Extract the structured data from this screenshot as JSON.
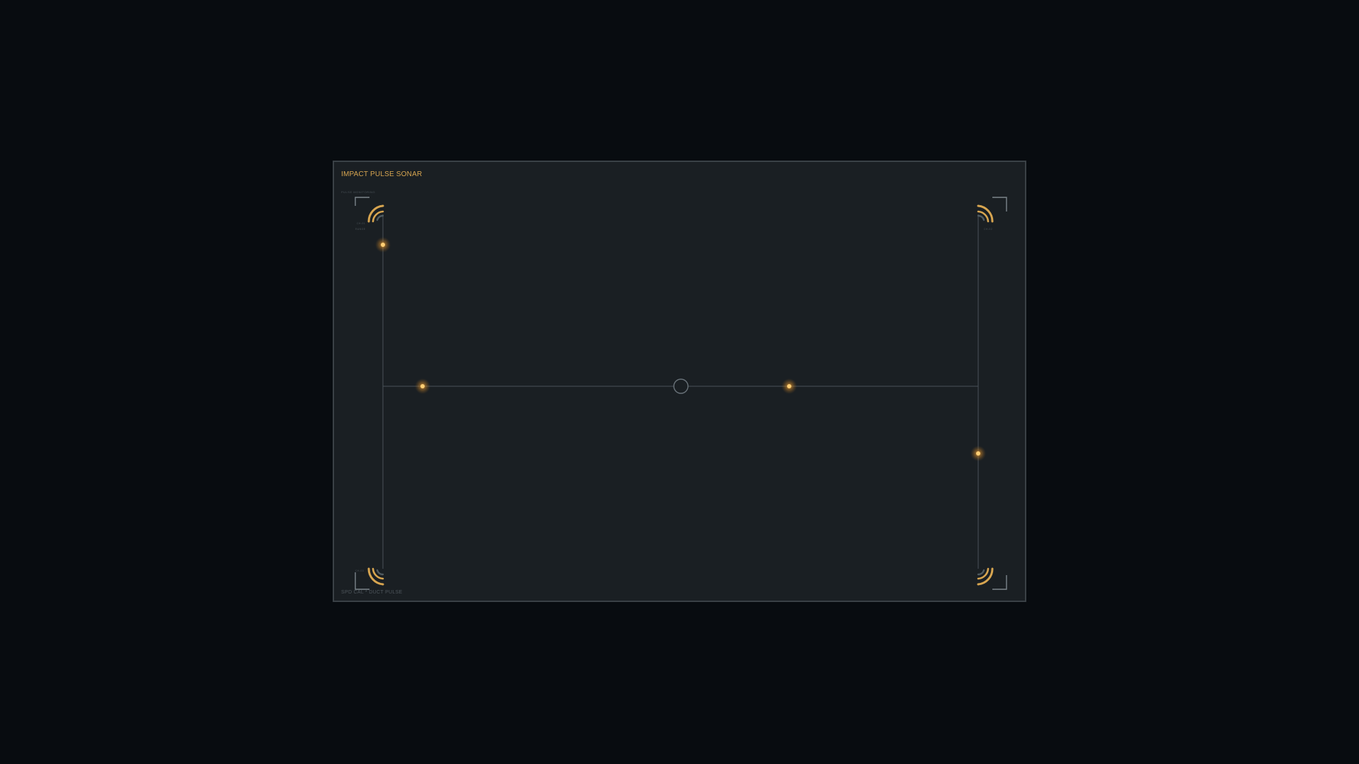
{
  "panel": {
    "title": "IMPACT PULSE SONAR",
    "subtitle": "PULSE MONITORING",
    "footer": "SPD CAL * DUCT PULSE",
    "corner_labels": {
      "top_left_a": "CH-01",
      "top_left_b": "RANGE",
      "top_right": "CH-02",
      "bottom_left": "CH-03"
    }
  },
  "colors": {
    "page_background": "#080c10",
    "panel_background": "#1a1f23",
    "panel_border": "#3a4146",
    "accent_amber": "#d7a550",
    "line": "#4a5258",
    "bracket": "#7c858b",
    "inactive_arc": "#4f5a60"
  },
  "icons": [
    "sonar-arc-icon",
    "pulse-node-icon",
    "center-target-icon",
    "corner-bracket-icon"
  ]
}
